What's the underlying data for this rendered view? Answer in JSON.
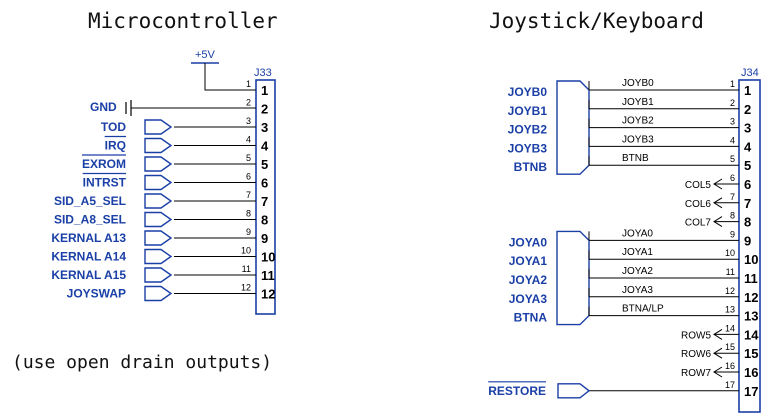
{
  "left": {
    "title": "Microcontroller",
    "connector": "J33",
    "power_label": "+5V",
    "gnd_label": "GND",
    "note": "(use open drain outputs)",
    "signals": [
      {
        "pin": "3",
        "label": "TOD",
        "overline": false
      },
      {
        "pin": "4",
        "label": "IRQ",
        "overline": true
      },
      {
        "pin": "5",
        "label": "EXROM",
        "overline": true
      },
      {
        "pin": "6",
        "label": "INTRST",
        "overline": true
      },
      {
        "pin": "7",
        "label": "SID_A5_SEL",
        "overline": false
      },
      {
        "pin": "8",
        "label": "SID_A8_SEL",
        "overline": false
      },
      {
        "pin": "9",
        "label": "KERNAL A13",
        "overline": false
      },
      {
        "pin": "10",
        "label": "KERNAL A14",
        "overline": false
      },
      {
        "pin": "11",
        "label": "KERNAL A15",
        "overline": false
      },
      {
        "pin": "12",
        "label": "JOYSWAP",
        "overline": false
      }
    ],
    "pins": [
      "1",
      "2",
      "3",
      "4",
      "5",
      "6",
      "7",
      "8",
      "9",
      "10",
      "11",
      "12"
    ]
  },
  "right": {
    "title": "Joystick/Keyboard",
    "connector": "J34",
    "pins": [
      "1",
      "2",
      "3",
      "4",
      "5",
      "6",
      "7",
      "8",
      "9",
      "10",
      "11",
      "12",
      "13",
      "14",
      "15",
      "16",
      "17"
    ],
    "port_b": [
      {
        "pin": "1",
        "label": "JOYB0",
        "net": "JOYB0"
      },
      {
        "pin": "2",
        "label": "JOYB1",
        "net": "JOYB1"
      },
      {
        "pin": "3",
        "label": "JOYB2",
        "net": "JOYB2"
      },
      {
        "pin": "4",
        "label": "JOYB3",
        "net": "JOYB3"
      },
      {
        "pin": "5",
        "label": "BTNB",
        "net": "BTNB"
      }
    ],
    "cols": [
      {
        "pin": "6",
        "label": "COL5"
      },
      {
        "pin": "7",
        "label": "COL6"
      },
      {
        "pin": "8",
        "label": "COL7"
      }
    ],
    "port_a": [
      {
        "pin": "9",
        "label": "JOYA0",
        "net": "JOYA0"
      },
      {
        "pin": "10",
        "label": "JOYA1",
        "net": "JOYA1"
      },
      {
        "pin": "11",
        "label": "JOYA2",
        "net": "JOYA2"
      },
      {
        "pin": "12",
        "label": "JOYA3",
        "net": "JOYA3"
      },
      {
        "pin": "13",
        "label": "BTNA",
        "net": "BTNA/LP"
      }
    ],
    "rows": [
      {
        "pin": "14",
        "label": "ROW5"
      },
      {
        "pin": "15",
        "label": "ROW6"
      },
      {
        "pin": "16",
        "label": "ROW7"
      }
    ],
    "restore": {
      "pin": "17",
      "label": "RESTORE"
    }
  }
}
